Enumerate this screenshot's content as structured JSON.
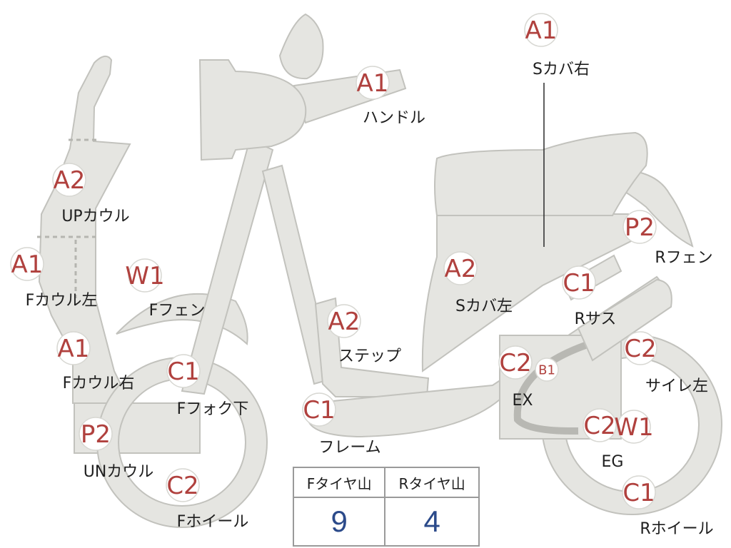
{
  "diagram": {
    "colors": {
      "body": "#e5e5e1",
      "outline": "#c2c2bd",
      "badge_text": "#b0413e",
      "tire_value": "#2b4a8a"
    },
    "badges": [
      {
        "id": "handle",
        "code": "A1",
        "label": "ハンドル"
      },
      {
        "id": "s-cover-right",
        "code": "A1",
        "label": "Sカバ右"
      },
      {
        "id": "up-cowl",
        "code": "A2",
        "label": "UPカウル"
      },
      {
        "id": "f-cowl-left",
        "code": "A1",
        "label": "Fカウル左"
      },
      {
        "id": "f-fender",
        "code": "W1",
        "label": "Fフェン"
      },
      {
        "id": "f-cowl-right",
        "code": "A1",
        "label": "Fカウル右"
      },
      {
        "id": "f-fork-lower",
        "code": "C1",
        "label": "Fフォク下"
      },
      {
        "id": "un-cowl",
        "code": "P2",
        "label": "UNカウル"
      },
      {
        "id": "f-wheel",
        "code": "C2",
        "label": "Fホイール"
      },
      {
        "id": "step",
        "code": "A2",
        "label": "ステップ"
      },
      {
        "id": "s-cover-left",
        "code": "A2",
        "label": "Sカバ左"
      },
      {
        "id": "frame",
        "code": "C1",
        "label": "フレーム"
      },
      {
        "id": "r-fender",
        "code": "P2",
        "label": "Rフェン"
      },
      {
        "id": "r-suspension",
        "code": "C1",
        "label": "Rサス"
      },
      {
        "id": "exhaust",
        "code": "C2",
        "label": "EX"
      },
      {
        "id": "exhaust-b1",
        "code": "B1",
        "label": ""
      },
      {
        "id": "silencer-left",
        "code": "C2",
        "label": "サイレ左"
      },
      {
        "id": "engine",
        "code": "C2",
        "label": "EG"
      },
      {
        "id": "engine-w1",
        "code": "W1",
        "label": ""
      },
      {
        "id": "r-wheel",
        "code": "C1",
        "label": "Rホイール"
      }
    ]
  },
  "tire_table": {
    "headers": [
      "Fタイヤ山",
      "Rタイヤ山"
    ],
    "values": [
      "9",
      "4"
    ]
  }
}
